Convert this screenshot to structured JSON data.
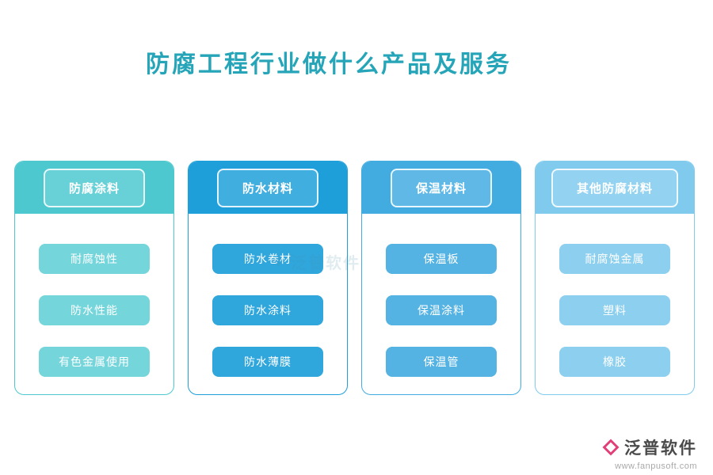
{
  "title": "防腐工程行业做什么产品及服务",
  "colors": {
    "title": "#26A5B8",
    "logo_accent": "#E23E77",
    "logo_text": "#4A4A4A",
    "logo_url_text": "#A9A9A9"
  },
  "columns": [
    {
      "header": "防腐涂料",
      "items": [
        "耐腐蚀性",
        "防水性能",
        "有色金属使用"
      ],
      "colors": {
        "band": "#4DC8CF",
        "badge": "#68D1D8",
        "item": "#74D5DB"
      }
    },
    {
      "header": "防水材料",
      "items": [
        "防水卷材",
        "防水涂料",
        "防水薄膜"
      ],
      "colors": {
        "band": "#1E9FD9",
        "badge": "#41AEE0",
        "item": "#2FA6DC"
      }
    },
    {
      "header": "保温材料",
      "items": [
        "保温板",
        "保温涂料",
        "保温管"
      ],
      "colors": {
        "band": "#42ABE0",
        "badge": "#5FB8E6",
        "item": "#55B3E3"
      }
    },
    {
      "header": "其他防腐材料",
      "items": [
        "耐腐蚀金属",
        "塑料",
        "橡胶"
      ],
      "colors": {
        "band": "#7FCAED",
        "badge": "#93D3F1",
        "item": "#8CCFEF"
      }
    }
  ],
  "watermark": {
    "text": "泛普软件"
  },
  "logo": {
    "name": "泛普软件",
    "url": "www.fanpusoft.com"
  }
}
